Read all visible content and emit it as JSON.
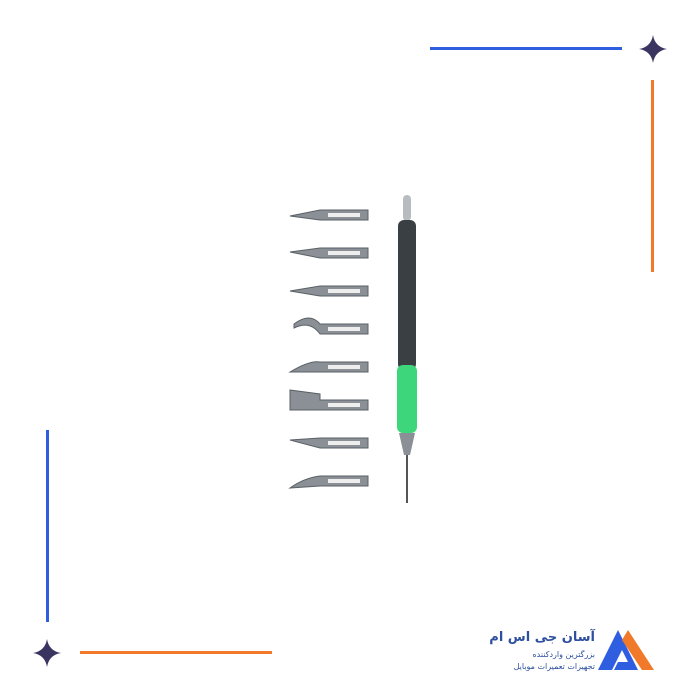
{
  "brand": {
    "name": "آسان جی اس ام",
    "tagline_1": "بزرگترین واردکننده",
    "tagline_2": "تجهیزات تعمیرات موبایل",
    "colors": {
      "blue": "#2f5fe0",
      "orange": "#f07a2a",
      "handle_green": "#3ed67a"
    }
  },
  "product": {
    "blade_count": 8
  }
}
